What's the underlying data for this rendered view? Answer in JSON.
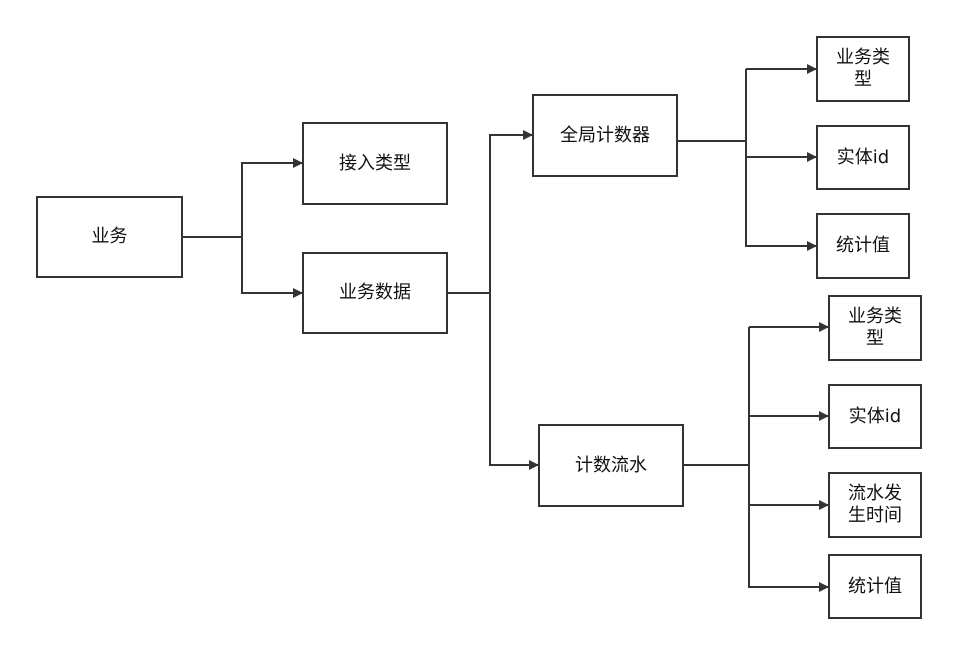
{
  "nodes": {
    "business": "业务",
    "access_type": "接入类型",
    "business_data": "业务数据",
    "global_counter": "全局计数器",
    "count_flow": "计数流水",
    "gc_biz_type": "业务类型",
    "gc_entity_id": "实体id",
    "gc_stat_value": "统计值",
    "cf_biz_type": "业务类型",
    "cf_entity_id": "实体id",
    "cf_flow_time": "流水发生时间",
    "cf_stat_value": "统计值"
  },
  "colors": {
    "line": "#333333",
    "border": "#333333",
    "text": "#111111"
  }
}
